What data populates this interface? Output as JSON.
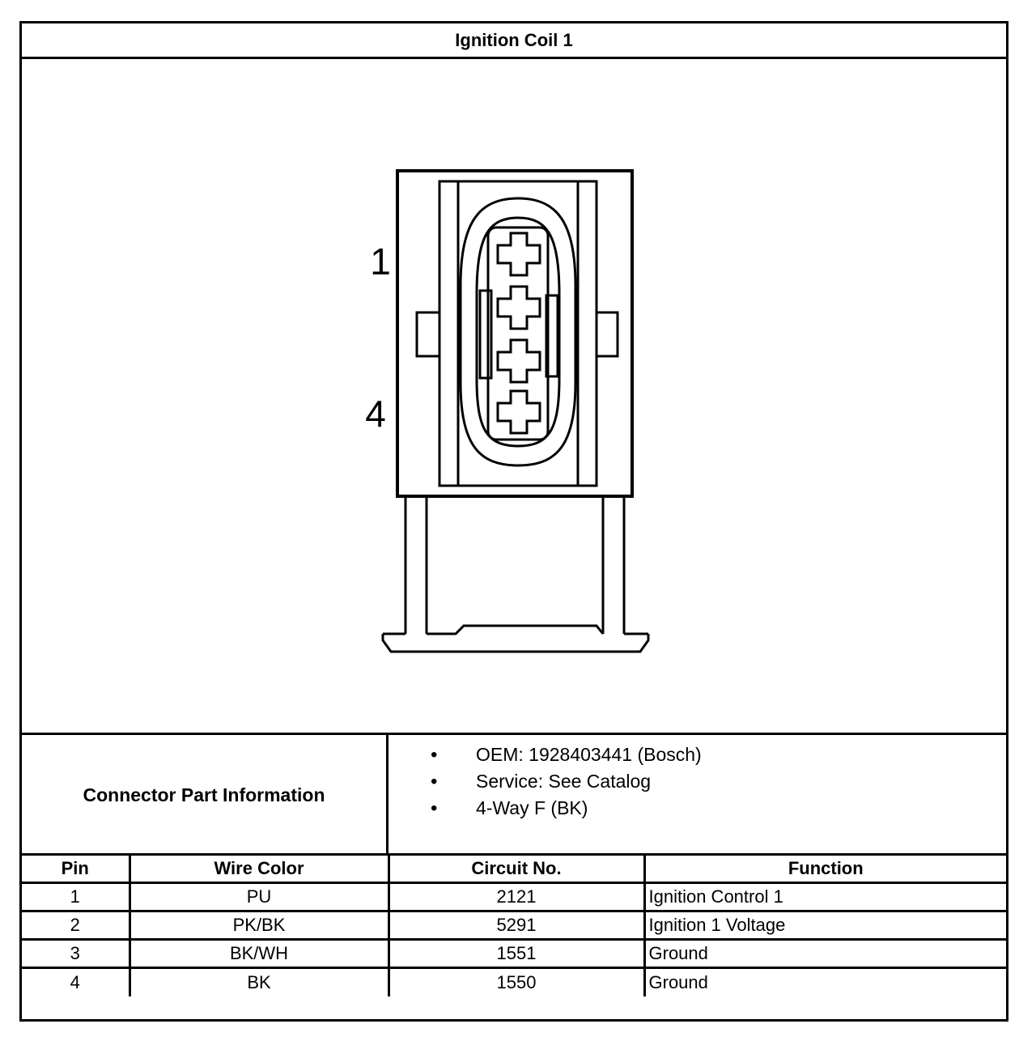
{
  "title": "Ignition Coil 1",
  "diagram": {
    "pin_labels": [
      "1",
      "4"
    ]
  },
  "connector_info": {
    "label": "Connector Part Information",
    "items": [
      "OEM: 1928403441 (Bosch)",
      "Service: See Catalog",
      "4-Way F (BK)"
    ]
  },
  "pin_table": {
    "headers": [
      "Pin",
      "Wire Color",
      "Circuit No.",
      "Function"
    ],
    "rows": [
      [
        "1",
        "PU",
        "2121",
        "Ignition Control 1"
      ],
      [
        "2",
        "PK/BK",
        "5291",
        "Ignition 1 Voltage"
      ],
      [
        "3",
        "BK/WH",
        "1551",
        "Ground"
      ],
      [
        "4",
        "BK",
        "1550",
        "Ground"
      ]
    ]
  }
}
